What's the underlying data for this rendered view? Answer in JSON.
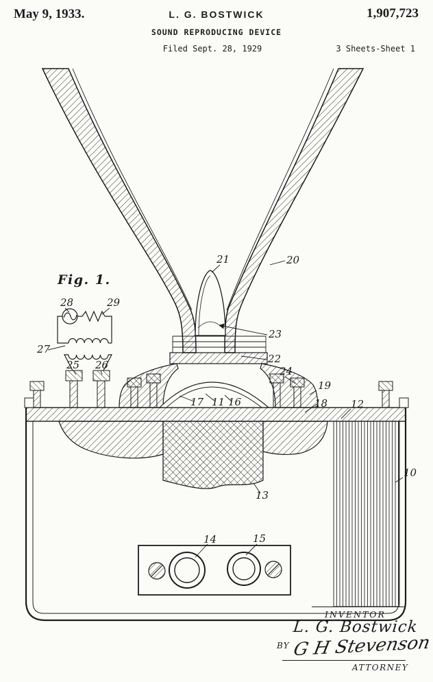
{
  "header": {
    "date": "May 9, 1933.",
    "inventor": "L. G. BOSTWICK",
    "patent_number": "1,907,723",
    "title": "SOUND REPRODUCING DEVICE",
    "filed": "Filed Sept. 28, 1929",
    "sheet": "3 Sheets-Sheet 1"
  },
  "figure": {
    "label": "Fig. 1."
  },
  "ref_labels": [
    "28",
    "29",
    "27",
    "25",
    "26",
    "21",
    "20",
    "23",
    "22",
    "24",
    "19",
    "17",
    "11",
    "16",
    "18",
    "12",
    "10",
    "13",
    "14",
    "15"
  ],
  "footer": {
    "inventor_caption": "INVENTOR",
    "inventor_name": "L. G. Bostwick",
    "by": "BY",
    "signature": "G H Stevenson",
    "attorney": "ATTORNEY"
  },
  "colors": {
    "ink": "#1c1c1c",
    "paper": "#fbfbf8"
  }
}
